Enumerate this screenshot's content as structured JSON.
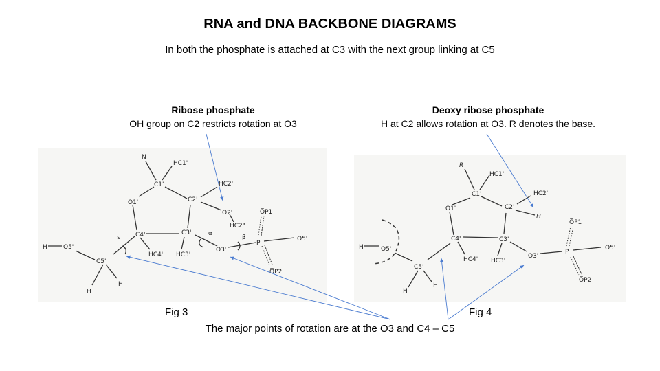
{
  "title": "RNA and DNA BACKBONE DIAGRAMS",
  "subtitle": "In both the phosphate is attached at C3 with the next group linking at C5",
  "left_caption": {
    "heading": "Ribose phosphate",
    "text": "OH group on C2 restricts rotation at O3"
  },
  "right_caption": {
    "heading": "Deoxy ribose phosphate",
    "text": "H at C2 allows rotation at O3. R denotes the base."
  },
  "fig3": {
    "label": "Fig 3",
    "atoms": {
      "n": "N",
      "hc1": "HC1'",
      "c1": "C1'",
      "o1": "O1'",
      "c2": "C2'",
      "hc2": "HC2'",
      "o2": "O2'",
      "hc2pp": "HC2\"",
      "c4": "C4'",
      "c3": "C3'",
      "hc4": "HC4'",
      "hc3": "HC3'",
      "o3": "O3'",
      "p": "P",
      "op1": "O̅P1",
      "op2": "O̅P2",
      "o5b": "O5'",
      "h": "H",
      "o5": "O5'",
      "c5": "C5'",
      "h5a": "H",
      "h5b": "H",
      "epsilon": "ε",
      "alpha": "α",
      "beta": "β"
    }
  },
  "fig4": {
    "label": "Fig 4",
    "atoms": {
      "r": "R",
      "hc1": "HC1'",
      "c1": "C1'",
      "o1": "O1'",
      "c2": "C2'",
      "hc2": "HC2'",
      "h2": "H",
      "c4": "C4'",
      "c3": "C3'",
      "hc4": "HC4'",
      "hc3": "HC3'",
      "o3": "O3'",
      "p": "P",
      "op1": "O̅P1",
      "op2": "O̅P2",
      "o5b": "O5'",
      "h": "H",
      "o5": "O5'",
      "c5": "C5'",
      "h5a": "H",
      "h5b": "H"
    }
  },
  "bottom_note": "The major points of rotation are at the O3 and C4 – C5",
  "colors": {
    "arrow": "#4a7bd0",
    "panel": "#f6f6f4"
  }
}
